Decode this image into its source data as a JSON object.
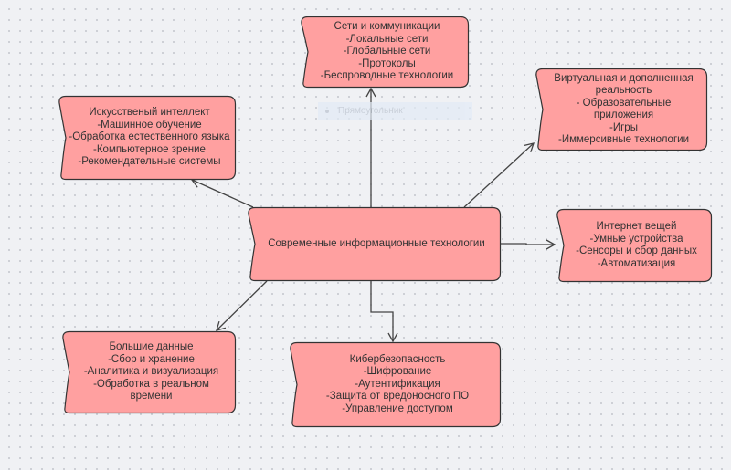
{
  "colors": {
    "node_fill": "#ffa0a0",
    "node_stroke": "#333333",
    "edge": "#444444"
  },
  "tooltip": {
    "label": "Прямоугольник"
  },
  "nodes": {
    "center": {
      "lines": [
        "Современные информационные технологии"
      ]
    },
    "networks": {
      "lines": [
        "Сети и коммуникации",
        "-Локальные сети",
        "-Глобальные сети",
        "-Протоколы",
        "-Беспроводные технологии"
      ]
    },
    "ai": {
      "lines": [
        "Искусственый интеллект",
        "-Машинное обучение",
        "-Обработка естественного языка",
        "-Компьютерное зрение",
        "-Рекомендательные системы"
      ]
    },
    "vr": {
      "lines": [
        "Виртуальная и дополненная реальность",
        "- Образовательные приложения",
        "-Игры",
        "-Иммерсивные технологии"
      ]
    },
    "iot": {
      "lines": [
        "Интернет вещей",
        "-Умные устройства",
        "-Сенсоры и сбор данных",
        "-Автоматизация"
      ]
    },
    "bigdata": {
      "lines": [
        "Большие данные",
        "-Сбор и хранение",
        "-Аналитика и визуализация",
        "-Обработка в реальном времени"
      ]
    },
    "cyber": {
      "lines": [
        "Кибербезопасность",
        "-Шифрование",
        "-Аутентификация",
        "-Защита от вредоносного ПО",
        "-Управление доступом"
      ]
    }
  }
}
